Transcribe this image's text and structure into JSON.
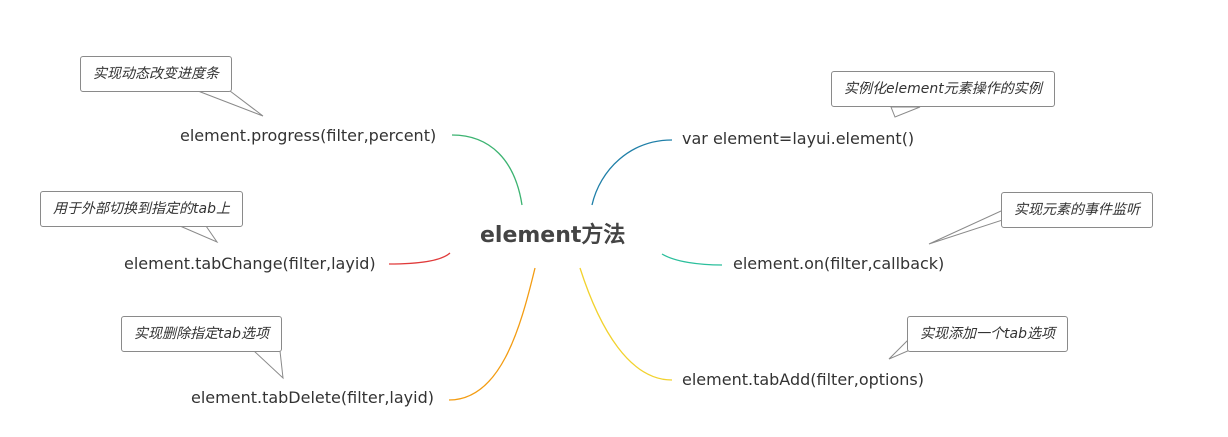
{
  "central_topic": "element方法",
  "branches": [
    {
      "label": "element.progress(filter,percent)",
      "note": "实现动态改变进度条",
      "color": "#3cb371"
    },
    {
      "label": "element.tabChange(filter,layid)",
      "note": "用于外部切换到指定的tab上",
      "color": "#e03a3a"
    },
    {
      "label": "element.tabDelete(filter,layid)",
      "note": "实现删除指定tab选项",
      "color": "#f39c12"
    },
    {
      "label": "var element=layui.element()",
      "note": "实例化element元素操作的实例",
      "color": "#1f7fa8"
    },
    {
      "label": "element.on(filter,callback)",
      "note": "实现元素的事件监听",
      "color": "#2bbf9c"
    },
    {
      "label": "element.tabAdd(filter,options)",
      "note": "实现添加一个tab选项",
      "color": "#f2d22e"
    }
  ]
}
